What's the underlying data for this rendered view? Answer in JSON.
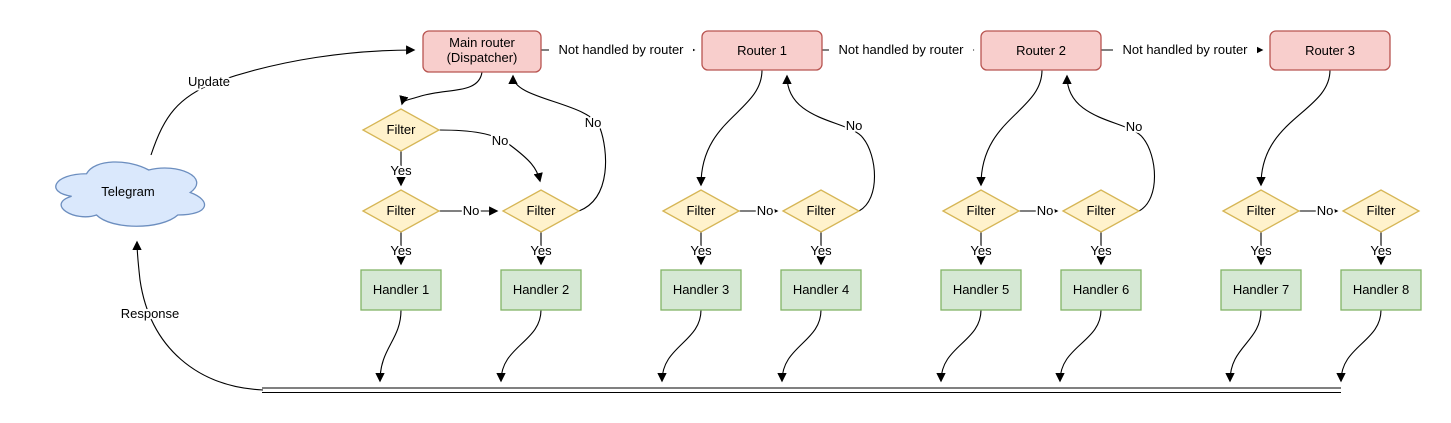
{
  "nodes": {
    "telegram": "Telegram",
    "dispatcher_line1": "Main router",
    "dispatcher_line2": "(Dispatcher)",
    "routers": [
      "Router 1",
      "Router 2",
      "Router 3"
    ],
    "filter": "Filter",
    "handlers": [
      "Handler 1",
      "Handler 2",
      "Handler 3",
      "Handler 4",
      "Handler 5",
      "Handler 6",
      "Handler 7",
      "Handler 8"
    ]
  },
  "edge_labels": {
    "update": "Update",
    "response": "Response",
    "not_handled": "Not handled by router",
    "yes": "Yes",
    "no": "No"
  },
  "colors": {
    "router_fill": "#f8cecc",
    "router_stroke": "#b85450",
    "filter_fill": "#fff2cc",
    "filter_stroke": "#d6b656",
    "handler_fill": "#d5e8d4",
    "handler_stroke": "#82b366",
    "cloud_fill": "#dae8fc",
    "cloud_stroke": "#6c8ebf",
    "line_color": "#000000"
  }
}
